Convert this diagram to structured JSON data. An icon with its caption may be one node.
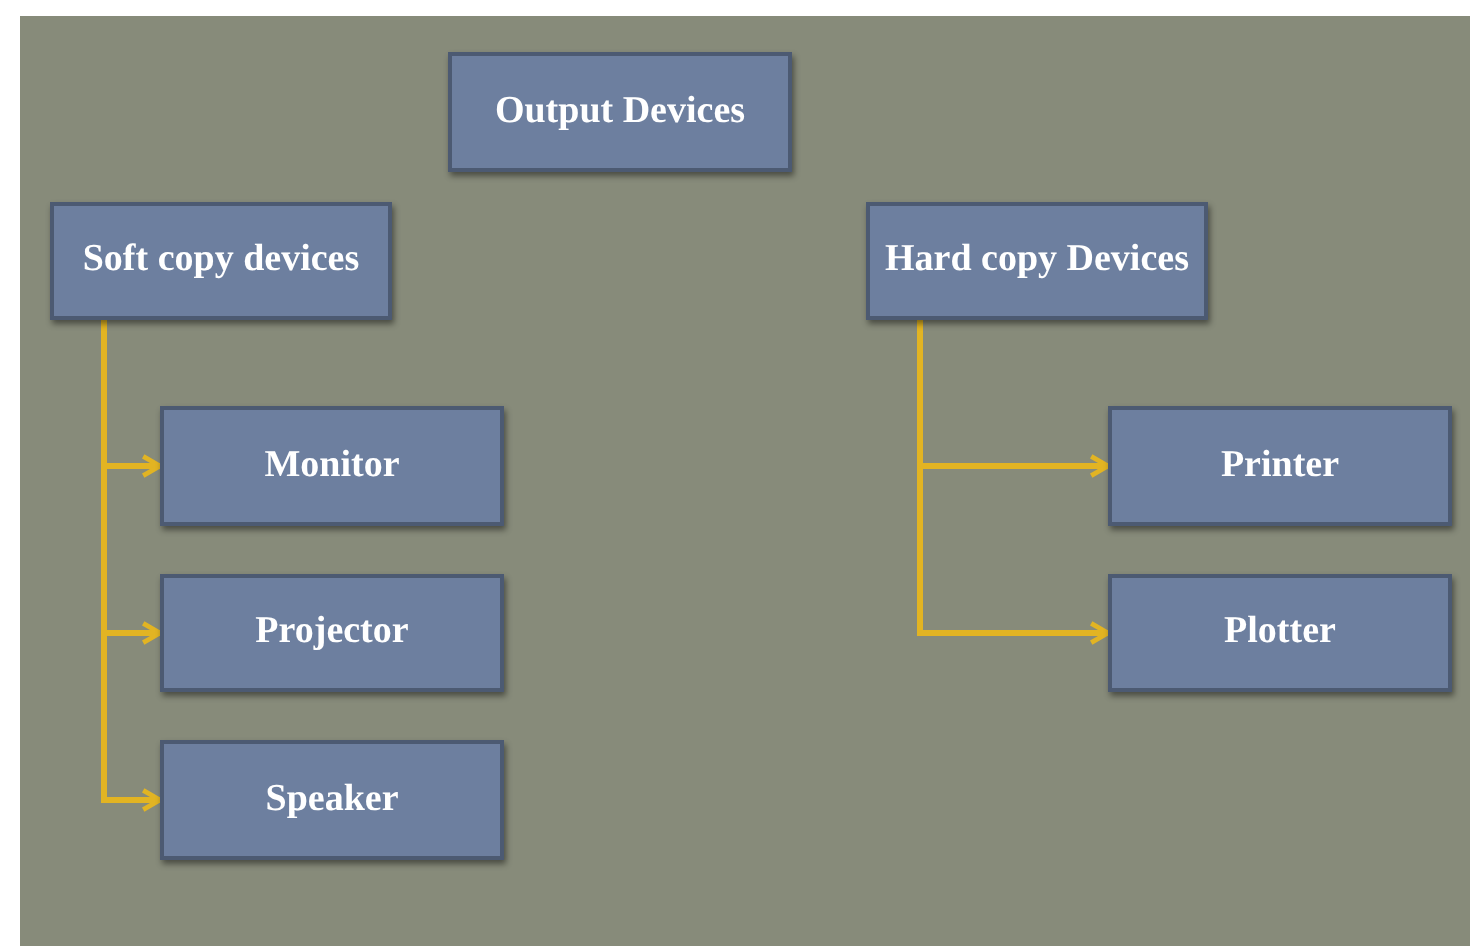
{
  "diagram": {
    "nodes": [
      {
        "text": [
          "Output Devices"
        ]
      },
      {
        "text": [
          "Soft copy devices"
        ]
      },
      {
        "text": [
          "Hard copy Devices"
        ]
      },
      {
        "text": [
          "Monitor"
        ]
      },
      {
        "text": [
          "Projector"
        ]
      },
      {
        "text": [
          "Speaker"
        ]
      },
      {
        "text": [
          "Printer"
        ]
      },
      {
        "text": [
          "Plotter"
        ]
      }
    ],
    "edges": [
      {
        "from": 1,
        "to": 3,
        "arrow": "to"
      },
      {
        "from": 1,
        "to": 4,
        "arrow": "to"
      },
      {
        "from": 1,
        "to": 5,
        "arrow": "to"
      },
      {
        "from": 2,
        "to": 6,
        "arrow": "to"
      },
      {
        "from": 2,
        "to": 7,
        "arrow": "to"
      }
    ]
  }
}
